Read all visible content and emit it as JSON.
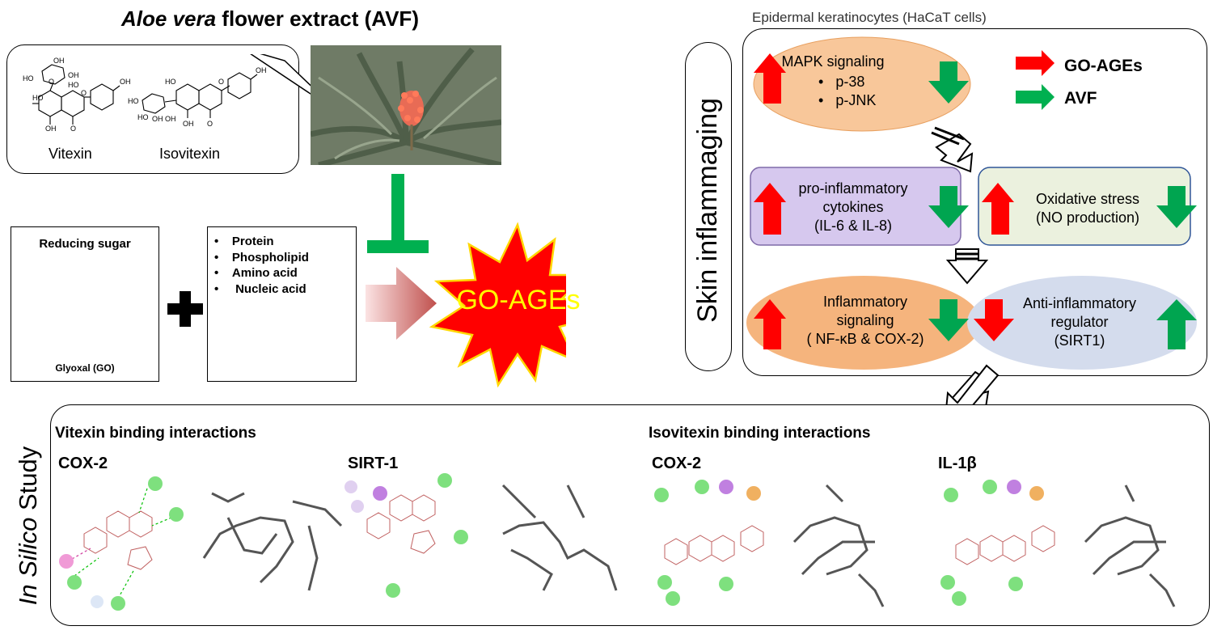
{
  "header": {
    "title_italic": "Aloe vera",
    "title_rest": " flower extract (AVF)"
  },
  "molecules": {
    "vitexin": "Vitexin",
    "isovitexin": "Isovitexin"
  },
  "reaction": {
    "sugar_title": "Reducing sugar",
    "sugar_name": "Glyoxal (GO)",
    "targets": [
      "Protein",
      "Phospholipid",
      "Amino acid",
      "Nucleic acid"
    ],
    "product": "GO-AGEs"
  },
  "cell": {
    "title": "Epidermal keratinocytes (HaCaT cells)",
    "side_label": "Skin inflammaging",
    "mapk_title": "MAPK signaling",
    "mapk_items": [
      "p-38",
      "p-JNK"
    ],
    "cyto_line1": "pro-inflammatory",
    "cyto_line2": "cytokines",
    "cyto_line3": "(IL-6 & IL-8)",
    "ox_line1": "Oxidative stress",
    "ox_line2": "(NO production)",
    "infl_line1": "Inflammatory",
    "infl_line2": "signaling",
    "infl_line3": "( NF-κB & COX-2)",
    "anti_line1": "Anti-inflammatory",
    "anti_line2": "regulator",
    "anti_line3": "(SIRT1)"
  },
  "legend": {
    "red_label": "GO-AGEs",
    "green_label": "AVF"
  },
  "silico": {
    "side_italic": "In Silico",
    "side_rest": " Study",
    "vitexin_title": "Vitexin binding interactions",
    "isovitexin_title": "Isovitexin binding interactions",
    "panels": [
      "COX-2",
      "SIRT-1",
      "COX-2",
      "IL-1β"
    ]
  },
  "colors": {
    "up_red": "#ff0000",
    "down_green": "#00a550",
    "chevron_blue": "#4a78b8",
    "inhibit_green": "#00b050",
    "mapk_fill": "#f8c79a",
    "cyto_fill": "#d6c8ee",
    "ox_fill": "#ebf1de",
    "infl_fill": "#f5b47d",
    "anti_fill": "#d4dced",
    "burst_red": "#ff0000",
    "burst_text": "#ffff00"
  }
}
